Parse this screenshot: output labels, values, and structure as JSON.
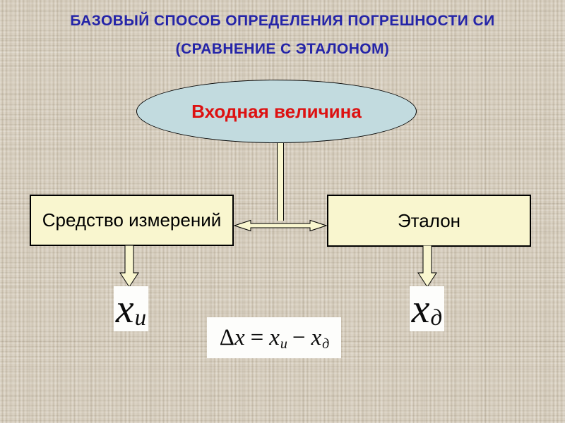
{
  "slide": {
    "title_line1": "БАЗОВЫЙ СПОСОБ ОПРЕДЕЛЕНИЯ ПОГРЕШНОСТИ СИ",
    "title_line2": "(СРАВНЕНИЕ С ЭТАЛОНОМ)",
    "ellipse_label": "Входная величина",
    "left_box_label": "Средство измерений",
    "right_box_label": "Эталон",
    "output_left": {
      "base": "x",
      "sub": "и"
    },
    "output_right": {
      "base": "x",
      "sub": "д"
    },
    "formula": {
      "delta": "Δ",
      "lhs": "x",
      "eq": "=",
      "t1": "x",
      "t1_sub": "и",
      "minus": "−",
      "t2": "x",
      "t2_sub": "д"
    }
  },
  "colors": {
    "background": "#d6cdbd",
    "title_blue": "#2424a8",
    "ellipse_fill": "#c2dbdf",
    "ellipse_text_red": "#dd1111",
    "shape_fill": "#f9f6cf",
    "outline": "#000000",
    "label_box_white": "#fdfdfb",
    "text_black": "#000000"
  }
}
